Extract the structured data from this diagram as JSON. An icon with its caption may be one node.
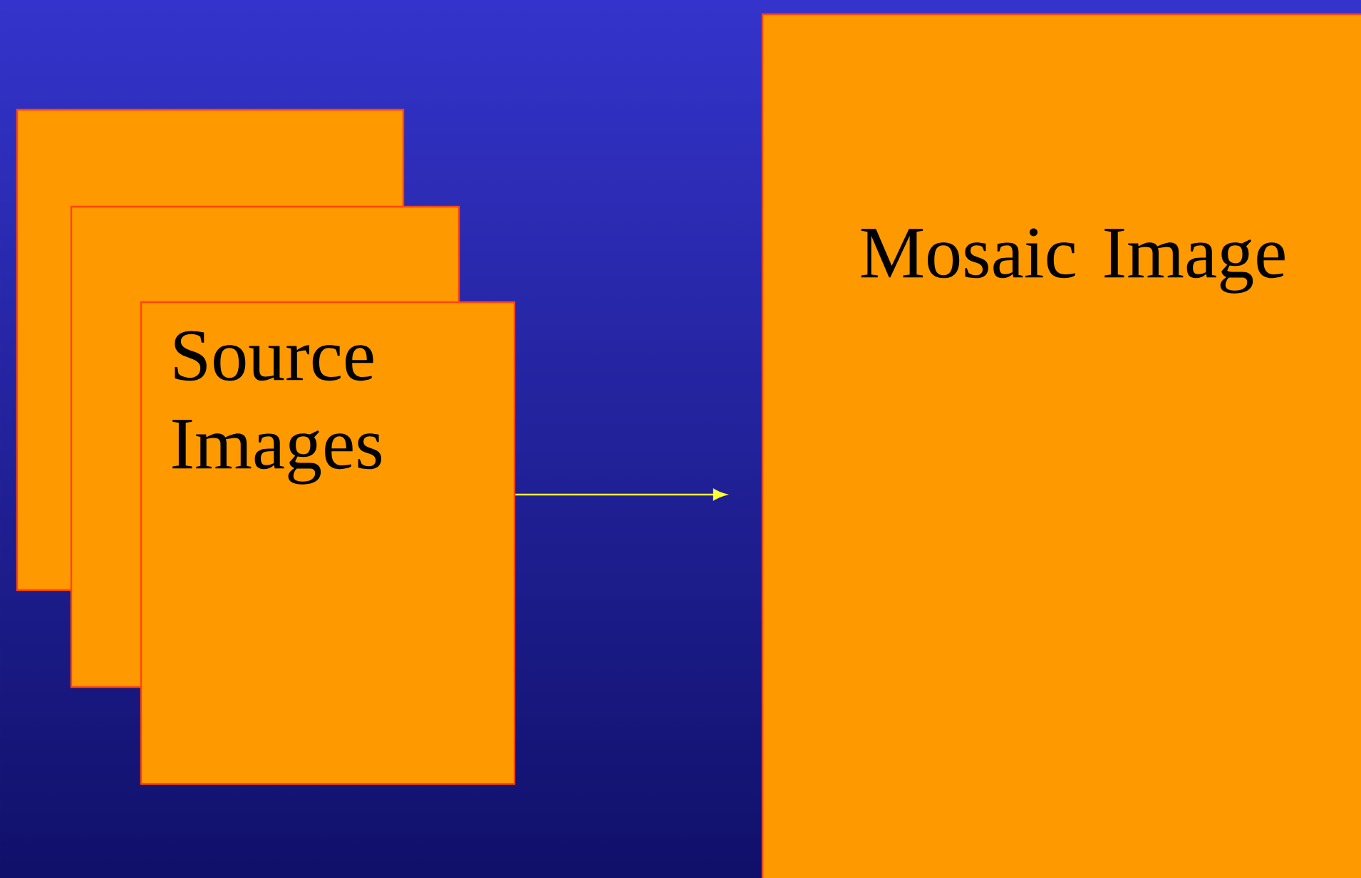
{
  "diagram": {
    "nodes": [
      {
        "text": [],
        "shape": "box"
      },
      {
        "text": [],
        "shape": "box"
      },
      {
        "text": [
          "Source Images"
        ]
      },
      {
        "text": [
          "Mosaic Image"
        ]
      }
    ],
    "edges": [
      {
        "from": 2,
        "to": 3,
        "arrow": "to"
      }
    ]
  }
}
